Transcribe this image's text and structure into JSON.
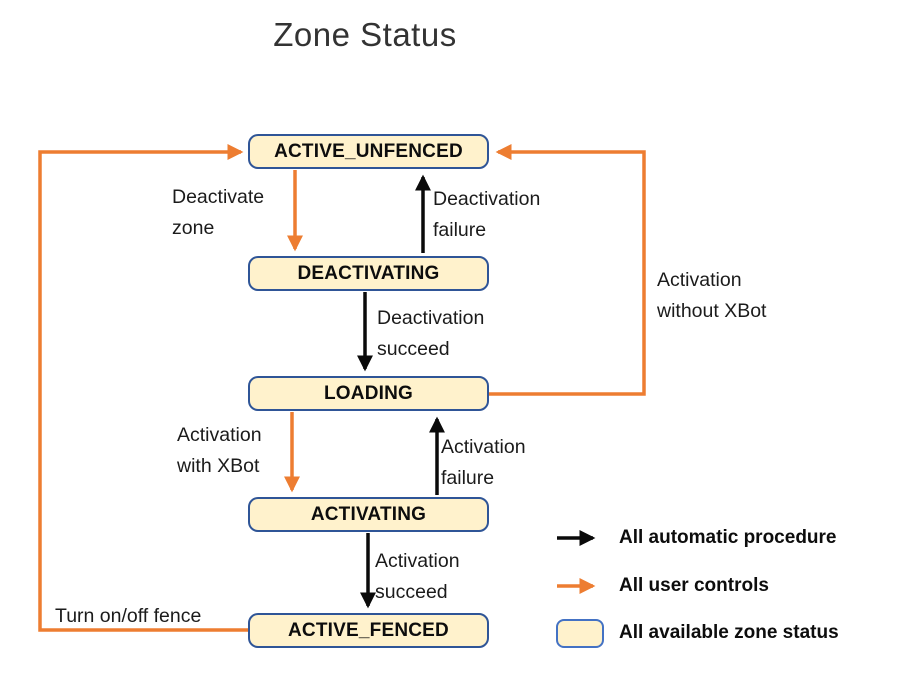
{
  "title": "Zone Status",
  "colors": {
    "orange": "#ED7D31",
    "arrow_black": "#0a0a0a",
    "box_fill": "#FFF2CC",
    "box_border": "#2F5597",
    "legend_box_border": "#4472C4"
  },
  "states": [
    {
      "id": "active-unfenced",
      "label": "ACTIVE_UNFENCED"
    },
    {
      "id": "deactivating",
      "label": "DEACTIVATING"
    },
    {
      "id": "loading",
      "label": "LOADING"
    },
    {
      "id": "activating",
      "label": "ACTIVATING"
    },
    {
      "id": "active-fenced",
      "label": "ACTIVE_FENCED"
    }
  ],
  "transitions": [
    {
      "id": "deactivate-zone",
      "from": "ACTIVE_UNFENCED",
      "to": "DEACTIVATING",
      "type": "user-control",
      "label": "Deactivate\nzone"
    },
    {
      "id": "deactivation-failure",
      "from": "DEACTIVATING",
      "to": "ACTIVE_UNFENCED",
      "type": "automatic",
      "label": "Deactivation\nfailure"
    },
    {
      "id": "deactivation-succeed",
      "from": "DEACTIVATING",
      "to": "LOADING",
      "type": "automatic",
      "label": "Deactivation\nsucceed"
    },
    {
      "id": "activation-with-xbot",
      "from": "LOADING",
      "to": "ACTIVATING",
      "type": "user-control",
      "label": "Activation\nwith XBot"
    },
    {
      "id": "activation-failure",
      "from": "ACTIVATING",
      "to": "LOADING",
      "type": "automatic",
      "label": "Activation\nfailure"
    },
    {
      "id": "activation-succeed",
      "from": "ACTIVATING",
      "to": "ACTIVE_FENCED",
      "type": "automatic",
      "label": "Activation\nsucceed"
    },
    {
      "id": "activation-without-xbot",
      "from": "LOADING",
      "to": "ACTIVE_UNFENCED",
      "type": "user-control",
      "label": "Activation\nwithout XBot"
    },
    {
      "id": "turn-on-off-fence",
      "from": "ACTIVE_FENCED",
      "to": "ACTIVE_UNFENCED",
      "type": "user-control",
      "label": "Turn on/off fence"
    }
  ],
  "legend": {
    "items": [
      {
        "id": "automatic",
        "symbol": "black-arrow",
        "label": "All automatic procedure"
      },
      {
        "id": "user",
        "symbol": "orange-arrow",
        "label": "All user controls"
      },
      {
        "id": "status",
        "symbol": "status-box",
        "label": "All available zone status"
      }
    ]
  }
}
